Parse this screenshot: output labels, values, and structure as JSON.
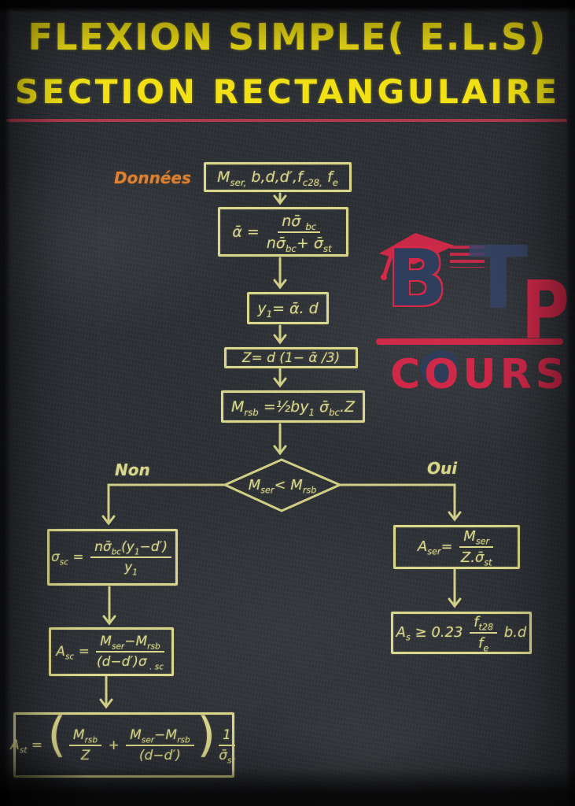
{
  "colors": {
    "board_bg": "#2c2f34",
    "chalk": "#d9d78b",
    "title_yellow": "#f2e215",
    "accent_orange": "#de8030",
    "rule_red": "#b43c50",
    "logo_red": "#d8284a",
    "logo_navy": "#2f3e5c"
  },
  "title": {
    "line1": "FLEXION SIMPLE( E.L.S)",
    "line2": "SECTION RECTANGULAIRE"
  },
  "labels": {
    "donnees": "Données",
    "non": "Non",
    "oui": "Oui"
  },
  "flow": {
    "data_box": {
      "t1": "M",
      "s1": "ser,",
      "t2": " b,d,d′,f",
      "s2": "c28,",
      "t3": " f",
      "s3": "e"
    },
    "alpha_box": {
      "lhs": "ᾱ",
      "eq": " = ",
      "num1": "nσ̄ ",
      "num1s": "bc",
      "den1": "nσ̄",
      "den1s": "bc",
      "den2": "+ σ̄",
      "den2s": "st"
    },
    "y1_box": {
      "t1": "y",
      "s1": "1",
      "t2": "= ᾱ. d"
    },
    "z_box": {
      "t1": "Z= d (1− ᾱ /3)"
    },
    "mrsb_box": {
      "t1": "M",
      "s1": "rsb",
      "t2": " =½by",
      "s2": "1",
      "t3": " σ̄",
      "s3": "bc",
      "t4": ".Z"
    },
    "decision": {
      "t1": "M",
      "s1": "ser",
      "t2": "< M",
      "s2": "rsb"
    },
    "sigma_sc_box": {
      "lhs": "σ",
      "lhss": "sc",
      "eq": " = ",
      "num1": "nσ̄",
      "num1s": "bc",
      "num2": "(y",
      "num2s": "1",
      "num3": "−d′)",
      "den1": "y",
      "den1s": "1"
    },
    "asc_box": {
      "lhs": "A",
      "lhss": "sc",
      "eq": " = ",
      "num1": "M",
      "num1s": "ser",
      "num2": "−M",
      "num2s": "rsb",
      "den1": "(d−d′)σ",
      "den1s": " . sc"
    },
    "ast_box": {
      "lhs": "A",
      "lhss": "st",
      "eq": " = ",
      "lp": "(",
      "f1n1": "M",
      "f1n1s": "rsb",
      "f1d": "Z",
      "plus": " + ",
      "f2n1": "M",
      "f2n1s": "ser",
      "f2n2": "−M",
      "f2n2s": "rsb",
      "f2d": "(d−d′)",
      "rp": ")",
      "f3n": "1",
      "f3d": "σ̄",
      "f3ds": "st"
    },
    "aser_box": {
      "lhs": "A",
      "lhss": "ser",
      "eq": "= ",
      "num1": "M",
      "num1s": "ser",
      "den1": "Z.σ̄",
      "den1s": "st"
    },
    "as_box": {
      "lhs": "A",
      "lhss": "s",
      "op": " ≥ ",
      "coef": "0.23 ",
      "num1": "f",
      "num1s": "t28",
      "den1": "f",
      "den1s": "e",
      "tail": " b.d"
    }
  },
  "logo": {
    "b": "B",
    "t": "T",
    "p": "P",
    "cours": "COURS"
  }
}
